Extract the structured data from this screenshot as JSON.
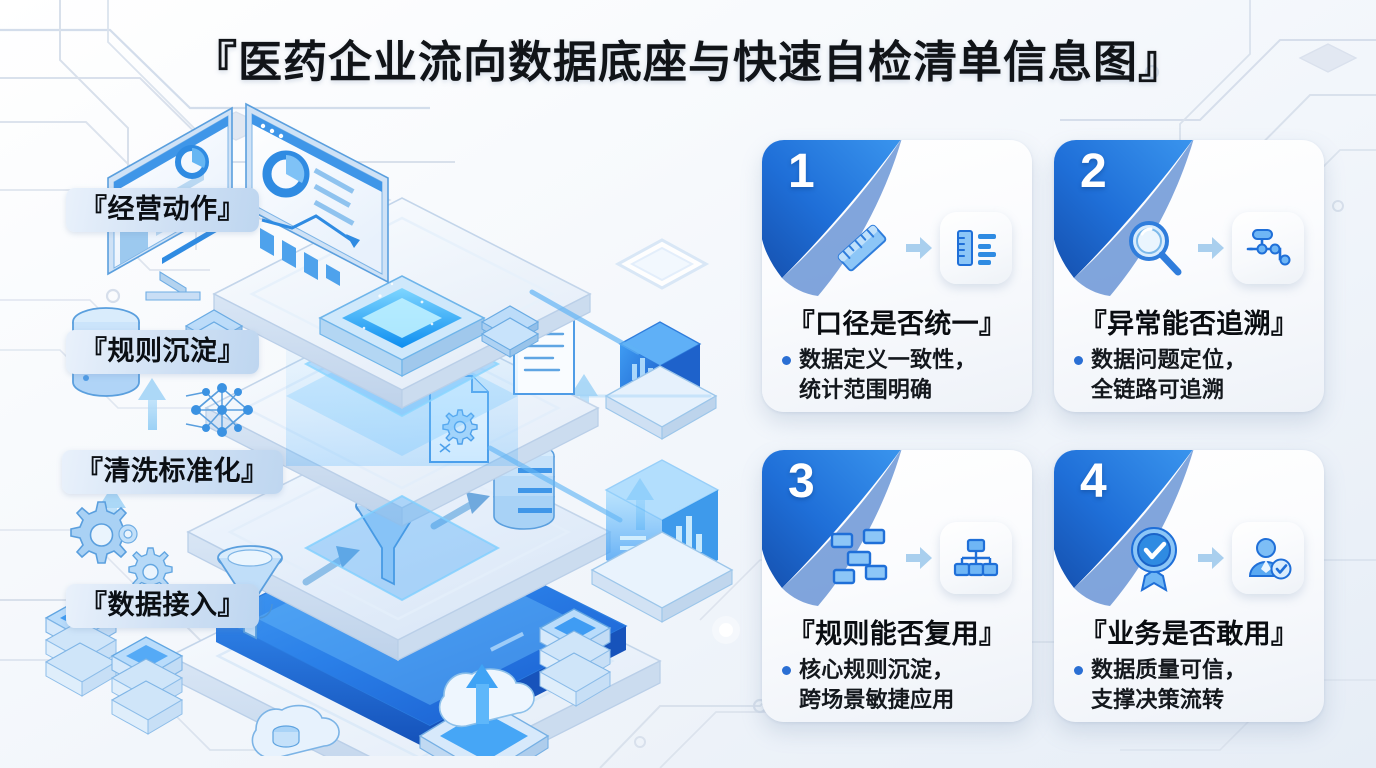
{
  "header": {
    "title": "『医药企业流向数据底座与快速自检清单信息图』"
  },
  "colors": {
    "accent": "#1B6FE0",
    "accent_deep": "#1553B0",
    "accent_light": "#5CA8F0",
    "bullet_dot": "#2A6FD4",
    "background": "#EFF3F9",
    "pill_gradient_start": "#E9F1FB",
    "pill_gradient_end": "#BED6F0",
    "text_dark": "#0A0D11"
  },
  "illustration": {
    "name": "isometric-data-platform-stack",
    "layers": [
      {
        "id": "ops",
        "label": "『经营动作』",
        "icons": [
          "dashboard-screen",
          "analytics-screen",
          "pie-chart",
          "bar-chart",
          "line-chart",
          "glowing-chip"
        ]
      },
      {
        "id": "rules",
        "label": "『规则沉淀』",
        "icons": [
          "database-cylinder",
          "neural-network-graph",
          "rule-document",
          "gear-document"
        ]
      },
      {
        "id": "cleaning",
        "label": "『清洗标准化』",
        "icons": [
          "gear-large",
          "gear-small",
          "funnel-filter",
          "funnel-output",
          "database-stack"
        ]
      },
      {
        "id": "ingest",
        "label": "『数据接入』",
        "icons": [
          "server-rack",
          "cloud-database",
          "cloud-upload",
          "upload-pad"
        ]
      }
    ],
    "side_elements": [
      "floating-cube",
      "data-container-glow",
      "hex-node"
    ]
  },
  "cards": [
    {
      "number": "1",
      "title": "『口径是否统一』",
      "bullet": "数据定义一致性，统计范围明确",
      "bullet_lines": [
        "数据定义一致性，",
        "统计范围明确"
      ],
      "icon_from": "ruler-icon",
      "icon_to": "aligned-list-icon"
    },
    {
      "number": "2",
      "title": "『异常能否追溯』",
      "bullet": "数据问题定位，全链路可追溯",
      "bullet_lines": [
        "数据问题定位，",
        "全链路可追溯"
      ],
      "icon_from": "magnifier-icon",
      "icon_to": "lineage-flow-icon"
    },
    {
      "number": "3",
      "title": "『规则能否复用』",
      "bullet": "核心规则沉淀，跨场景敏捷应用",
      "bullet_lines": [
        "核心规则沉淀，",
        "跨场景敏捷应用"
      ],
      "icon_from": "scattered-blocks-icon",
      "icon_to": "org-tree-icon"
    },
    {
      "number": "4",
      "title": "『业务是否敢用』",
      "bullet": "数据质量可信，支撑决策流转",
      "bullet_lines": [
        "数据质量可信，",
        "支撑决策流转"
      ],
      "icon_from": "quality-badge-icon",
      "icon_to": "verified-user-icon"
    }
  ]
}
